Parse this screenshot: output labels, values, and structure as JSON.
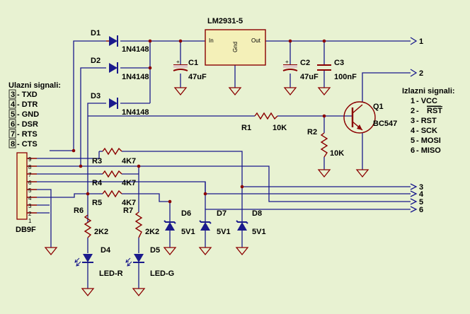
{
  "regulator": {
    "name": "LM2931-5",
    "pin_in": "In",
    "pin_gnd": "Gnd",
    "pin_out": "Out"
  },
  "diodes": [
    {
      "ref": "D1",
      "part": "1N4148"
    },
    {
      "ref": "D2",
      "part": "1N4148"
    },
    {
      "ref": "D3",
      "part": "1N4148"
    }
  ],
  "caps": [
    {
      "ref": "C1",
      "value": "47uF"
    },
    {
      "ref": "C2",
      "value": "47uF"
    },
    {
      "ref": "C3",
      "value": "100nF"
    }
  ],
  "transistor": {
    "ref": "Q1",
    "part": "BC547"
  },
  "resistors": [
    {
      "ref": "R1",
      "value": "10K"
    },
    {
      "ref": "R2",
      "value": "10K"
    },
    {
      "ref": "R3",
      "value": "4K7"
    },
    {
      "ref": "R4",
      "value": "4K7"
    },
    {
      "ref": "R5",
      "value": "4K7"
    },
    {
      "ref": "R6",
      "value": "2K2"
    },
    {
      "ref": "R7",
      "value": "2K2"
    }
  ],
  "zeners": [
    {
      "ref": "D6",
      "value": "5V1"
    },
    {
      "ref": "D7",
      "value": "5V1"
    },
    {
      "ref": "D8",
      "value": "5V1"
    }
  ],
  "leds": [
    {
      "ref": "D4",
      "name": "LED-R"
    },
    {
      "ref": "D5",
      "name": "LED-G"
    }
  ],
  "connector": {
    "name": "DB9F",
    "pins": [
      "9",
      "8",
      "7",
      "6",
      "5",
      "4",
      "3",
      "2",
      "1"
    ]
  },
  "inputs": {
    "title": "Ulazni signali:",
    "items": [
      {
        "num": "3",
        "label": "- TXD"
      },
      {
        "num": "4",
        "label": "- DTR"
      },
      {
        "num": "5",
        "label": "- GND"
      },
      {
        "num": "6",
        "label": "- DSR"
      },
      {
        "num": "7",
        "label": "- RTS"
      },
      {
        "num": "8",
        "label": "- CTS"
      }
    ]
  },
  "outputs": {
    "title": "Izlazni signali:",
    "items": [
      {
        "num": "1",
        "label": "- VCC"
      },
      {
        "num": "2",
        "label": "- ",
        "overline": "RST"
      },
      {
        "num": "3",
        "label": "- RST"
      },
      {
        "num": "4",
        "label": "- SCK"
      },
      {
        "num": "5",
        "label": "- MOSI"
      },
      {
        "num": "6",
        "label": "- MISO"
      }
    ]
  },
  "ports": [
    "1",
    "2",
    "3",
    "4",
    "5",
    "6"
  ],
  "colors": {
    "wire": "#1a1a8c",
    "component": "#8b0000",
    "background": "#e8f2d2"
  }
}
